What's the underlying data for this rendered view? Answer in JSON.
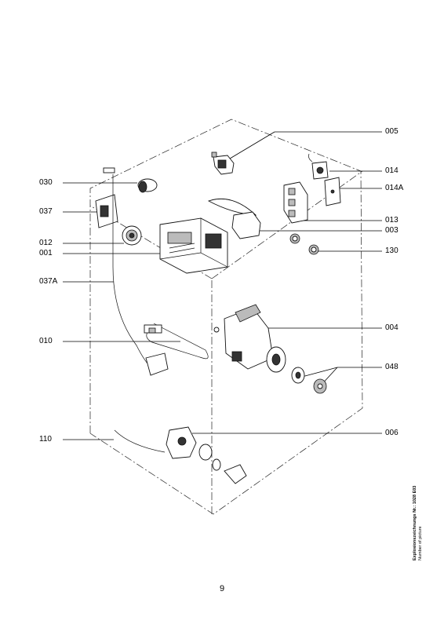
{
  "labels": {
    "l005": "005",
    "l014": "014",
    "l014A": "014A",
    "l013": "013",
    "l003": "003",
    "l130": "130",
    "l004": "004",
    "l048": "048",
    "l006": "006",
    "l030": "030",
    "l037": "037",
    "l012": "012",
    "l001": "001",
    "l037A": "037A",
    "l010": "010",
    "l110": "110"
  },
  "page_number": "9",
  "side_note": {
    "line1": "Explosionszeichnungs Nr.: 1028 E03",
    "line2": "Number of picture"
  }
}
